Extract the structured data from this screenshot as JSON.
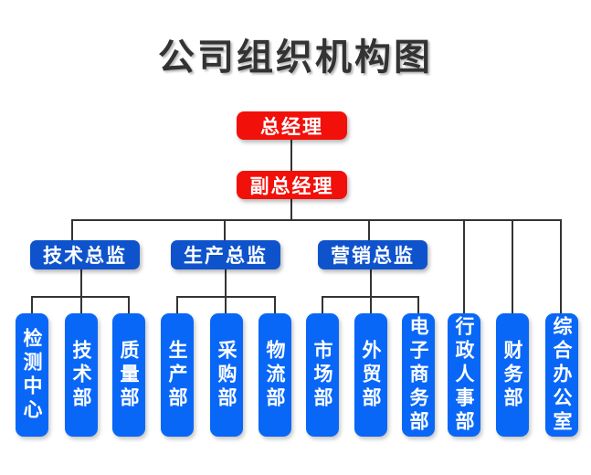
{
  "title": "公司组织机构图",
  "colors": {
    "background": "#ffffff",
    "executive_red": "#f2100b",
    "director_blue": "#0e53cb",
    "department_blue": "#0967f7",
    "connector_line": "#333333",
    "node_text": "#ffffff",
    "title_text": "#333333"
  },
  "org": {
    "general_manager": "总经理",
    "deputy_general_manager": "副总经理",
    "directors": [
      "技术总监",
      "生产总监",
      "营销总监"
    ],
    "departments": [
      "检测中心",
      "技术部",
      "质量部",
      "生产部",
      "采购部",
      "物流部",
      "市场部",
      "外贸部",
      "电子商务部",
      "行政人事部",
      "财务部",
      "综合办公室"
    ]
  }
}
